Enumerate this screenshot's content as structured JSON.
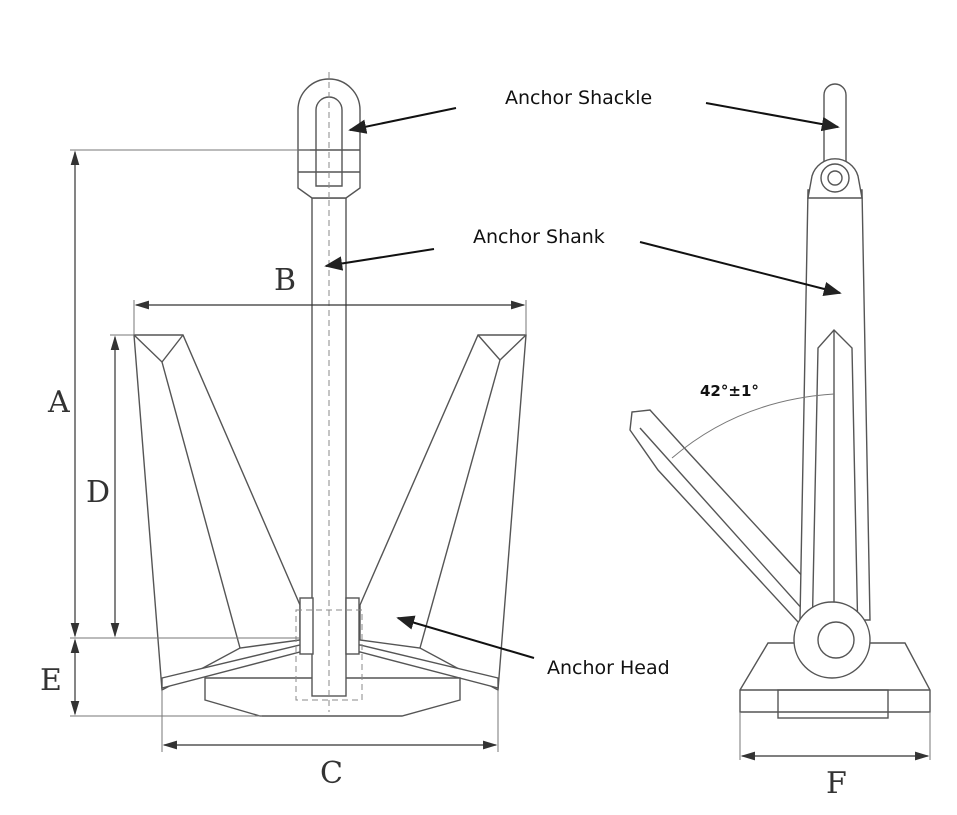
{
  "labels": {
    "shackle": "Anchor Shackle",
    "shank": "Anchor Shank",
    "head": "Anchor Head",
    "angle": "42°±1°"
  },
  "dimensions": {
    "a": "A",
    "b": "B",
    "c": "C",
    "d": "D",
    "e": "E",
    "f": "F"
  },
  "colors": {
    "outline": "#555555",
    "dimension": "#333333",
    "callout": "#111111",
    "background": "#ffffff"
  }
}
